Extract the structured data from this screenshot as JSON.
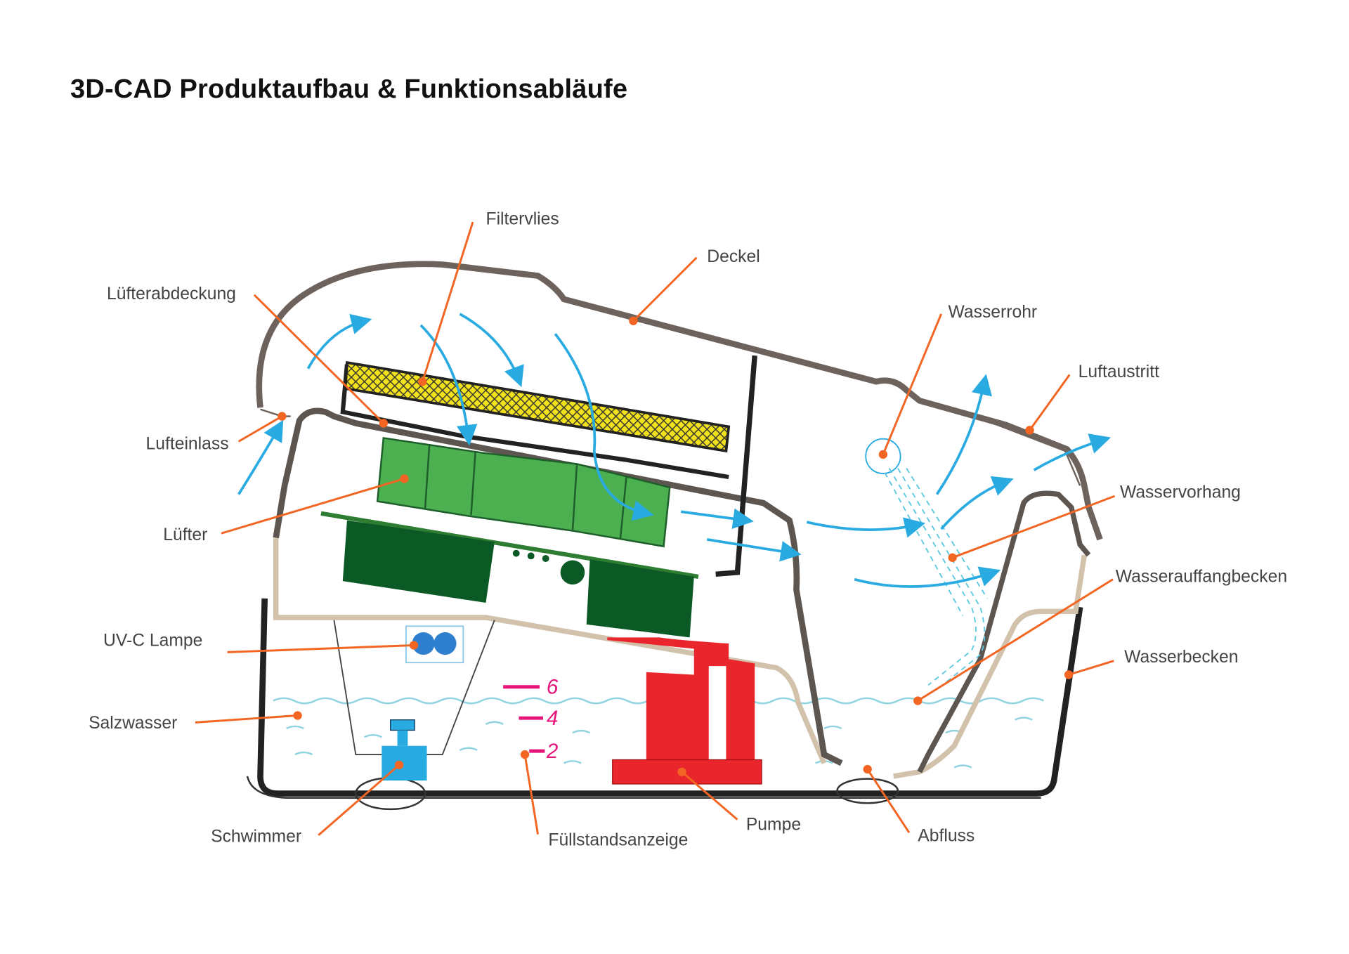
{
  "title": "3D-CAD Produktaufbau & Funktionsabläufe",
  "labels": {
    "filtervlies": "Filtervlies",
    "deckel": "Deckel",
    "luefterabdeckung": "Lüfterabdeckung",
    "wasserrohr": "Wasserrohr",
    "luftaustritt": "Luftaustritt",
    "lufteinlass": "Lufteinlass",
    "wasservorhang": "Wasservorhang",
    "luefter": "Lüfter",
    "wasserauffangbecken": "Wasserauffangbecken",
    "uvc_lampe": "UV-C Lampe",
    "wasserbecken": "Wasserbecken",
    "salzwasser": "Salzwasser",
    "schwimmer": "Schwimmer",
    "fuellstandsanzeige": "Füllstandsanzeige",
    "pumpe": "Pumpe",
    "abfluss": "Abfluss"
  },
  "level_marks": [
    "6",
    "4",
    "2"
  ],
  "colors": {
    "leader": "#f26522",
    "airflow": "#29abe2",
    "filter": "#f2e21b",
    "fan": "#4caf50",
    "fan_dark": "#0b5a26",
    "pump": "#e8262b",
    "float": "#29abe2",
    "level": "#e6157a"
  }
}
